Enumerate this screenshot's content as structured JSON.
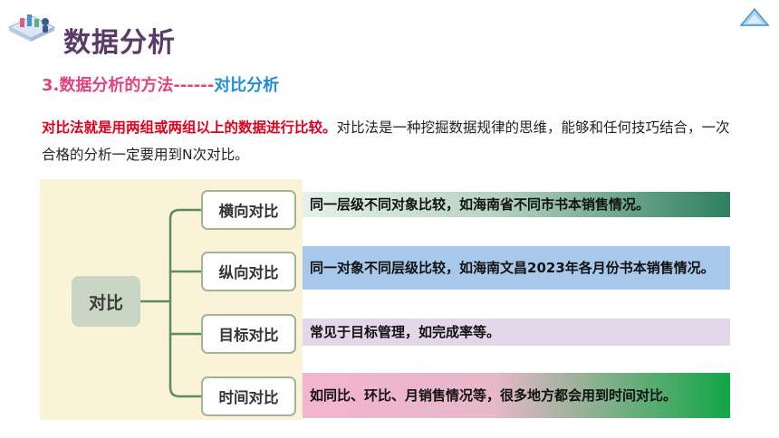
{
  "header": {
    "title": "数据分析"
  },
  "subtitle": {
    "part1": "3.数据分析的方法------",
    "part2": "对比分析"
  },
  "intro": {
    "highlight": "对比法就是用两组或两组以上的数据进行比较。",
    "rest": "对比法是一种挖掘数据规律的思维，能够和任何技巧结合，一次合格的分析一定要用到N次对比。"
  },
  "diagram": {
    "root": "对比",
    "branches": [
      {
        "label": "横向对比",
        "desc": "同一层级不同对象比较，如海南省不同市书本销售情况。"
      },
      {
        "label": "纵向对比",
        "desc": "同一对象不同层级比较，如海南文昌2023年各月份书本销售情况。"
      },
      {
        "label": "目标对比",
        "desc": "常见于目标管理，如完成率等。"
      },
      {
        "label": "时间对比",
        "desc": "如同比、环比、月销售情况等，很多地方都会用到时间对比。"
      }
    ]
  },
  "colors": {
    "title": "#5a3a66",
    "subtitle_pink": "#e0447e",
    "subtitle_blue": "#1e8fd6",
    "highlight_red": "#e0001b",
    "tree_green": "#5b8a63"
  },
  "icons": {
    "logo": "report-chart-icon",
    "corner": "triangle-decoration-icon"
  }
}
